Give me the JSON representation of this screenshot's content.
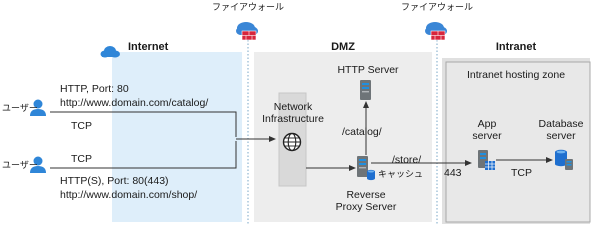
{
  "zones": {
    "internet": "Internet",
    "dmz": "DMZ",
    "intranet": "Intranet",
    "intranet_hosting_zone": "Intranet hosting zone"
  },
  "firewalls": {
    "left_label": "ファイアウォール",
    "right_label": "ファイアウォール"
  },
  "users": {
    "top_label": "ユーザー",
    "bottom_label": "ユーザー",
    "top_line1": "HTTP, Port: 80",
    "top_line2": "http://www.domain.com/catalog/",
    "top_tcp": "TCP",
    "bottom_tcp": "TCP",
    "bottom_line1": "HTTP(S), Port: 80(443)",
    "bottom_line2": "http://www.domain.com/shop/"
  },
  "nodes": {
    "network_infra_line1": "Network",
    "network_infra_line2": "Infrastructure",
    "http_server": "HTTP Server",
    "reverse_proxy_line1": "Reverse",
    "reverse_proxy_line2": "Proxy Server",
    "cache": "キャッシュ",
    "app_server_line1": "App",
    "app_server_line2": "server",
    "db_server_line1": "Database",
    "db_server_line2": "server"
  },
  "paths": {
    "catalog": "/catalog/",
    "store": "/store/",
    "port_443": "443",
    "tcp": "TCP"
  }
}
